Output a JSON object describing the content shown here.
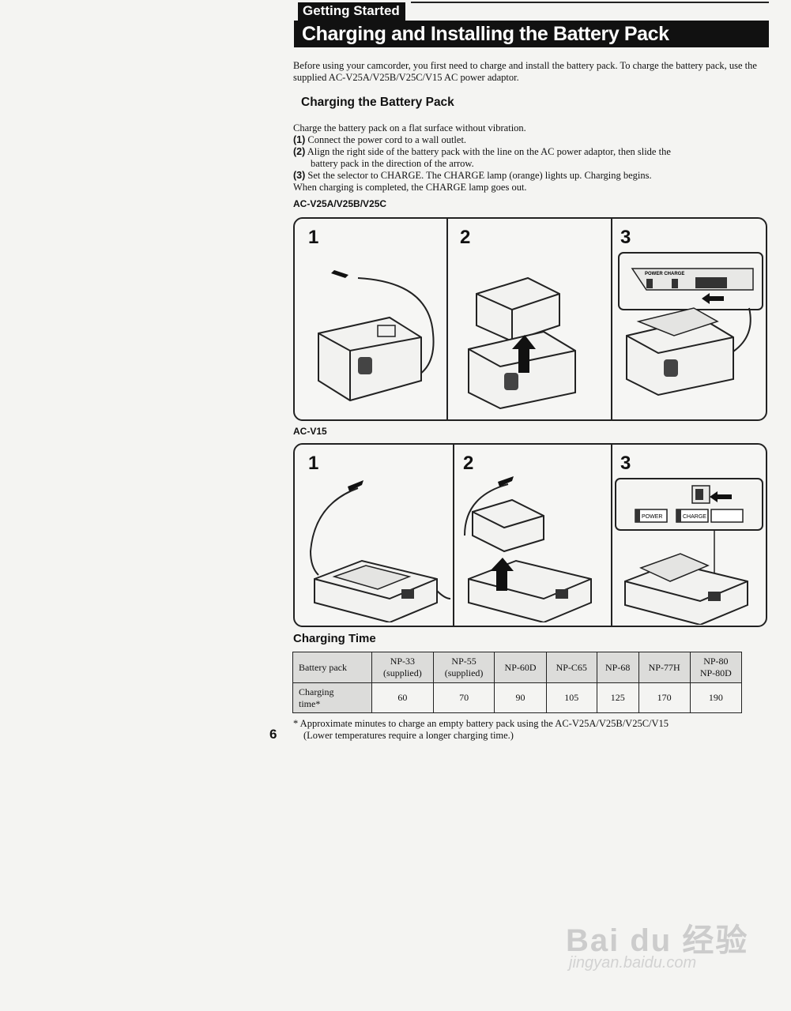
{
  "header": {
    "section": "Getting Started",
    "title": "Charging and Installing the Battery Pack"
  },
  "intro": "Before using your camcorder, you first need to charge and install the battery pack. To charge the battery pack, use the supplied AC-V25A/V25B/V25C/V15 AC power adaptor.",
  "charging_heading": "Charging the Battery Pack",
  "steps": {
    "lead": "Charge the battery pack on a flat surface without vibration.",
    "s1_num": "(1)",
    "s1": "Connect the power cord to a wall outlet.",
    "s2_num": "(2)",
    "s2a": "Align the right side of the battery pack with the line on the AC power adaptor, then slide the",
    "s2b": "battery pack in the direction of the arrow.",
    "s3_num": "(3)",
    "s3": "Set the selector to CHARGE. The CHARGE lamp (orange) lights up. Charging begins.",
    "end": "When charging is completed, the CHARGE lamp goes out."
  },
  "model_a": "AC-V25A/V25B/V25C",
  "model_b": "AC-V15",
  "figure_labels": {
    "step1": "1",
    "step2": "2",
    "step3": "3",
    "power_charge": "POWER CHARGE",
    "power": "POWER",
    "charge": "CHARGE"
  },
  "charging_time": {
    "heading": "Charging Time",
    "row_label_1": "Battery pack",
    "row_label_2a": "Charging",
    "row_label_2b": "time*",
    "packs": [
      {
        "line1": "NP-33",
        "line2": "(supplied)"
      },
      {
        "line1": "NP-55",
        "line2": "(supplied)"
      },
      {
        "line1": "NP-60D",
        "line2": ""
      },
      {
        "line1": "NP-C65",
        "line2": ""
      },
      {
        "line1": "NP-68",
        "line2": ""
      },
      {
        "line1": "NP-77H",
        "line2": ""
      },
      {
        "line1": "NP-80",
        "line2": "NP-80D"
      }
    ],
    "times": [
      "60",
      "70",
      "90",
      "105",
      "125",
      "170",
      "190"
    ]
  },
  "footnote_a": "* Approximate minutes to charge an empty battery pack using the AC-V25A/V25B/V25C/V15",
  "footnote_b": "(Lower temperatures require a longer charging time.)",
  "page_number": "6",
  "watermark": {
    "logo": "Bai du 经验",
    "url": "jingyan.baidu.com"
  }
}
